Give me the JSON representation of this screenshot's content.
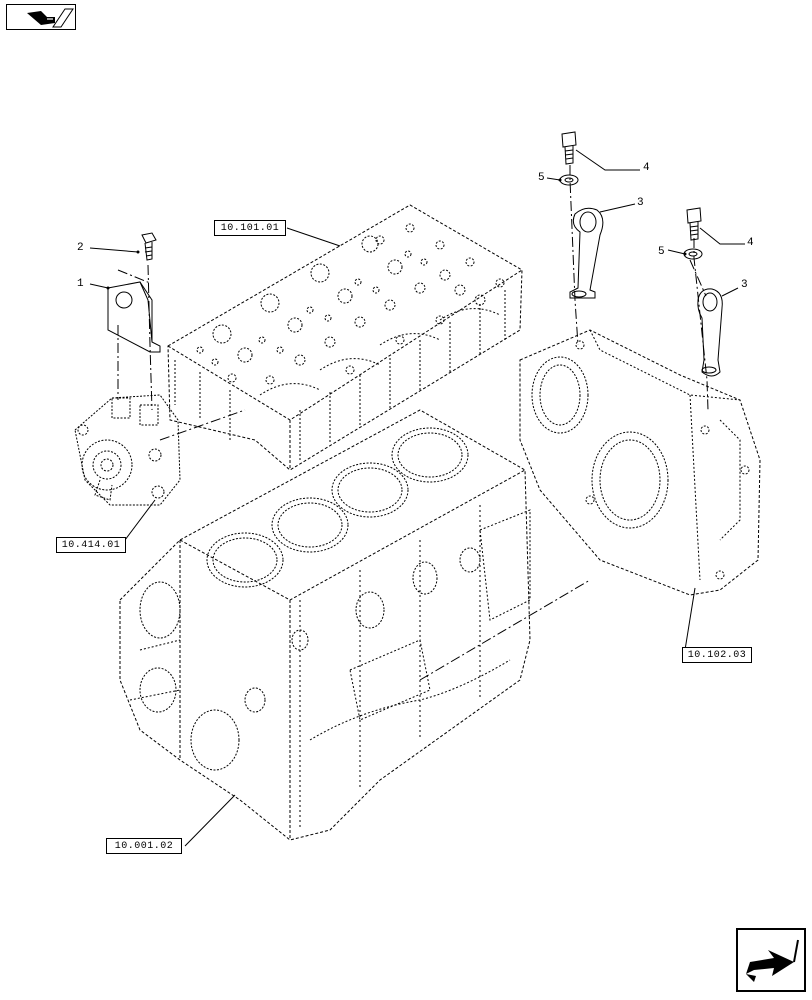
{
  "diagram": {
    "references": {
      "cylinder_head": "10.101.01",
      "water_pump": "10.414.01",
      "timing_cover": "10.102.03",
      "engine_block": "10.001.02"
    },
    "part_numbers": {
      "p1": "1",
      "p2": "2",
      "p3a": "3",
      "p3b": "3",
      "p4a": "4",
      "p4b": "4",
      "p5a": "5",
      "p5b": "5"
    },
    "icons": {
      "top_left": "book-icon",
      "bottom_right": "next-page-arrow-icon"
    }
  }
}
